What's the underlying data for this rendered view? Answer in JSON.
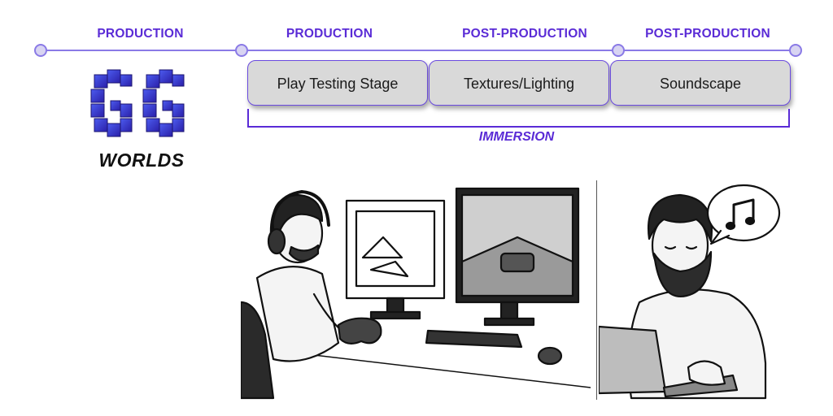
{
  "timeline": {
    "phases": [
      {
        "label": "PRODUCTION"
      },
      {
        "label": "PRODUCTION"
      },
      {
        "label": "POST-PRODUCTION"
      },
      {
        "label": "POST-PRODUCTION"
      }
    ],
    "stages": [
      {
        "label": "Play Testing Stage"
      },
      {
        "label": "Textures/Lighting"
      },
      {
        "label": "Soundscape"
      }
    ],
    "group_label": "IMMERSION"
  },
  "logo": {
    "text": "WORLDS",
    "icon": "cube-logo-icon"
  },
  "illustrations": {
    "left": "developer-playtesting-illustration",
    "right": "musician-composing-illustration"
  },
  "colors": {
    "accent": "#5a2bd6",
    "timeline_line": "#8a7ae6",
    "node_fill": "#d8d4f2",
    "box_fill": "#d9d9d9",
    "logo_blue": "#3a3ee0",
    "logo_dark": "#24189a"
  }
}
